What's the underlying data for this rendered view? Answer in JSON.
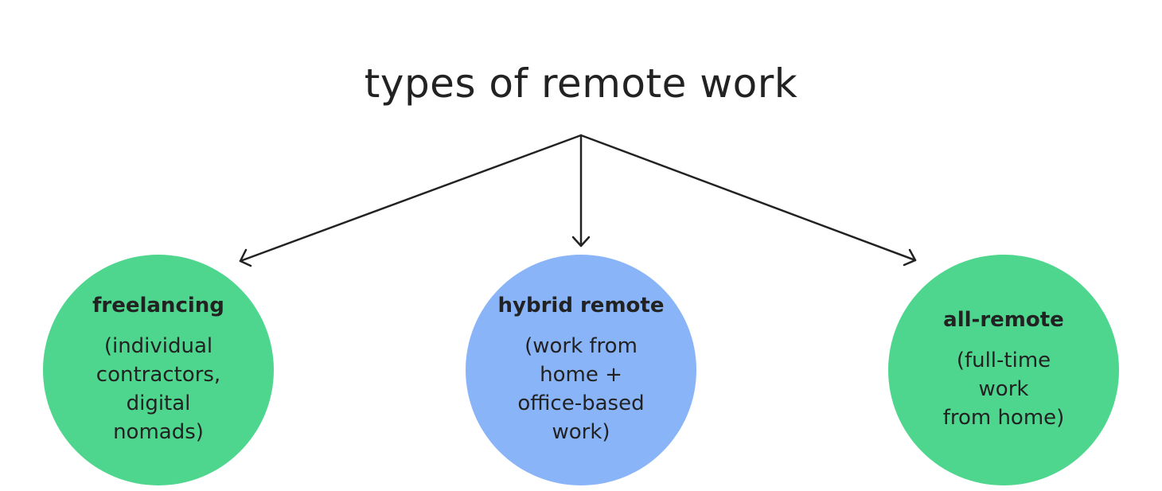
{
  "title": "types of remote work",
  "colors": {
    "green": "#4fd68e",
    "blue": "#8ab4f8",
    "line": "#222222",
    "text": "#222222"
  },
  "nodes": [
    {
      "heading": "freelancing",
      "lines": [
        "(individual",
        "contractors,",
        "digital",
        "nomads)"
      ],
      "color": "#4fd68e"
    },
    {
      "heading": "hybrid remote",
      "lines": [
        "(work from",
        "home +",
        "office-based",
        "work)"
      ],
      "color": "#8ab4f8"
    },
    {
      "heading": "all-remote",
      "lines": [
        "(full-time",
        "work",
        "from home)"
      ],
      "color": "#4fd68e"
    }
  ]
}
